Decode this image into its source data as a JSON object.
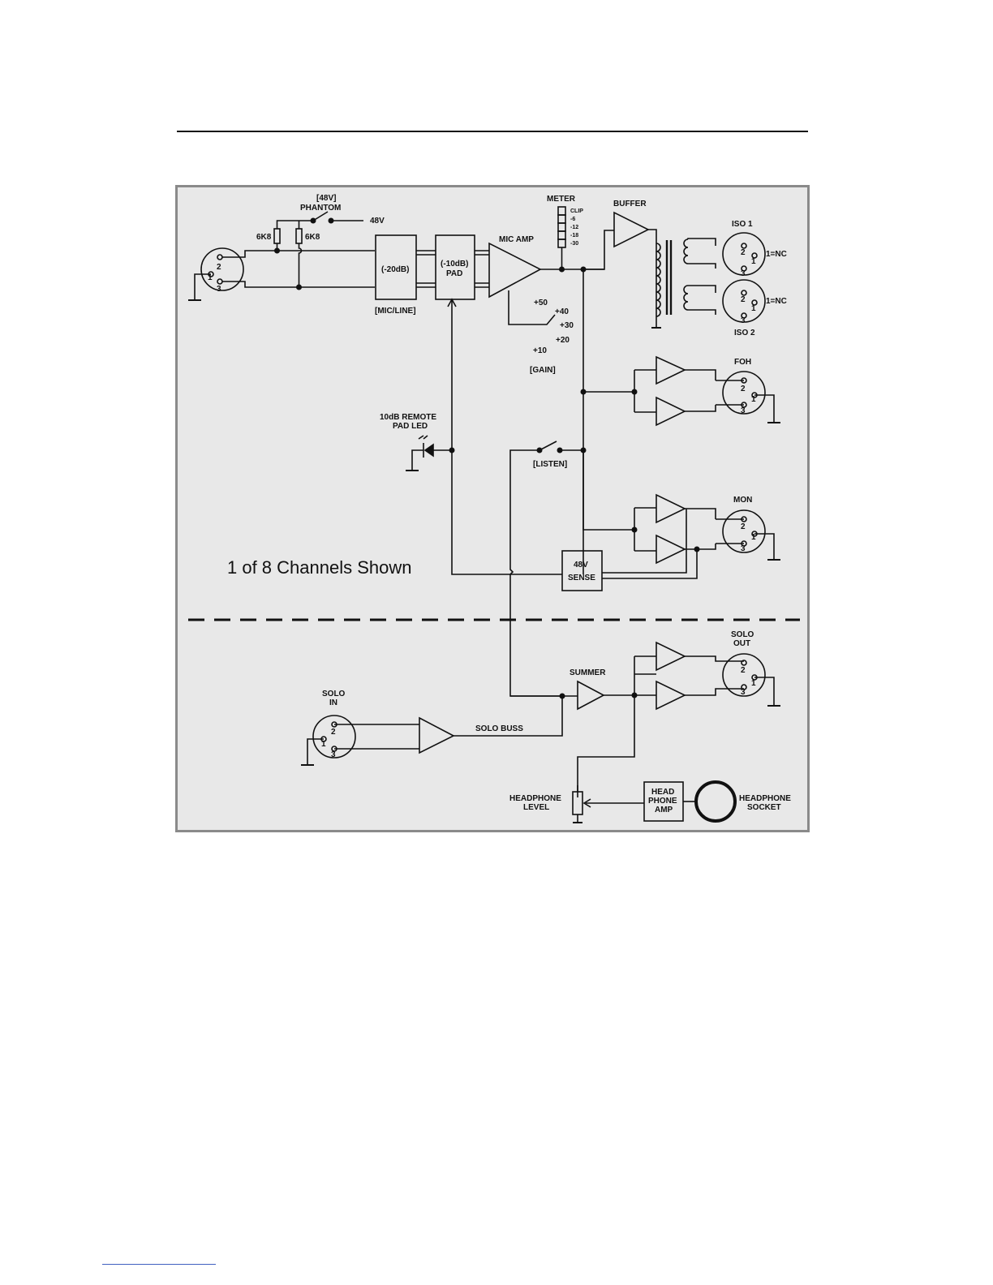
{
  "labels": {
    "phantom_48v": "[48V]",
    "phantom": "PHANTOM",
    "v48": "48V",
    "res1": "6K8",
    "res2": "6K8",
    "pad20": "(-20dB)",
    "pad10a": "(-10dB)",
    "pad10b": "PAD",
    "micline": "[MIC/LINE]",
    "micamp": "MIC AMP",
    "meter": "METER",
    "buffer": "BUFFER",
    "iso1": "ISO 1",
    "iso2": "ISO 2",
    "nc1": "1=NC",
    "nc2": "1=NC",
    "foh": "FOH",
    "mon": "MON",
    "remote1": "10dB REMOTE",
    "remote2": "PAD LED",
    "listen": "[LISTEN]",
    "gain": "[GAIN]",
    "sense1": "48V",
    "sense2": "SENSE",
    "channels": "1 of 8 Channels Shown",
    "solo_out1": "SOLO",
    "solo_out2": "OUT",
    "solo_in1": "SOLO",
    "solo_in2": "IN",
    "summer": "SUMMER",
    "solo_buss": "SOLO BUSS",
    "hp_level1": "HEADPHONE",
    "hp_level2": "LEVEL",
    "hp_amp1": "HEAD",
    "hp_amp2": "PHONE",
    "hp_amp3": "AMP",
    "hp_socket1": "HEADPHONE",
    "hp_socket2": "SOCKET"
  },
  "meter_levels": [
    "CLIP",
    "-6",
    "-12",
    "-18",
    "-30"
  ],
  "gain_steps": [
    "+50",
    "+40",
    "+30",
    "+20",
    "+10"
  ],
  "pins": {
    "p1": "1",
    "p2": "2",
    "p3": "3"
  },
  "colors": {
    "panel": "#e8e8e8",
    "panel_border": "#8a8a8a",
    "line": "#111111"
  }
}
